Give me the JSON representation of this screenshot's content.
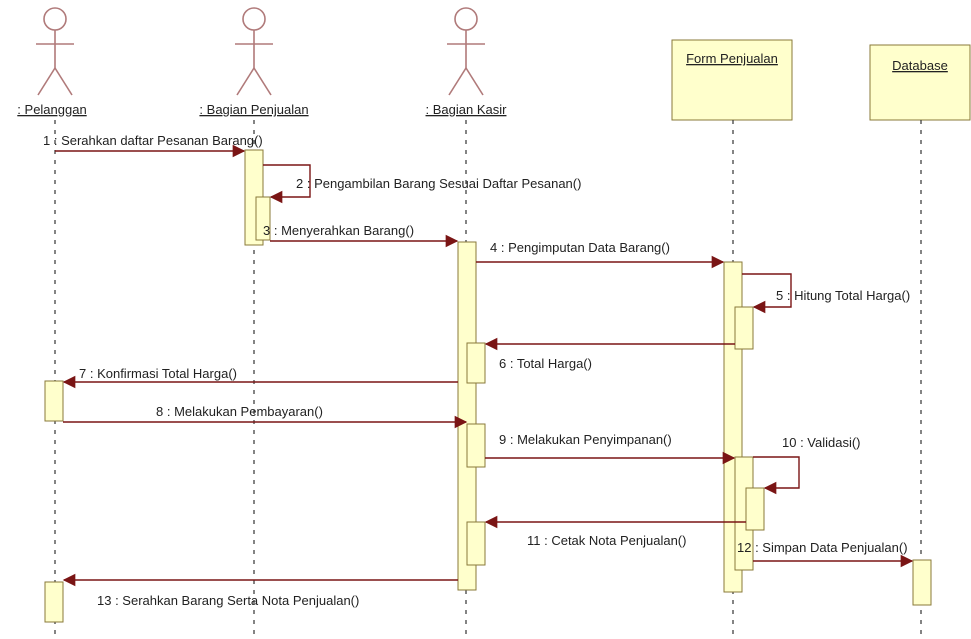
{
  "colors": {
    "message_arrow": "#7a1515",
    "activation_fill": "#ffffcc",
    "actor_stroke": "#b07a7a"
  },
  "participants": [
    {
      "kind": "actor",
      "label": ": Pelanggan"
    },
    {
      "kind": "actor",
      "label": ": Bagian Penjualan"
    },
    {
      "kind": "actor",
      "label": ": Bagian Kasir"
    },
    {
      "kind": "object",
      "label": "Form Penjualan"
    },
    {
      "kind": "object",
      "label": "Database"
    }
  ],
  "messages": [
    {
      "label": "1 : Serahkan daftar Pesanan Barang()",
      "from": 0,
      "to": 1
    },
    {
      "label": "2 : Pengambilan Barang Sesuai Daftar Pesanan()",
      "from": 1,
      "to": 1
    },
    {
      "label": "3 : Menyerahkan Barang()",
      "from": 1,
      "to": 2
    },
    {
      "label": "4 : Pengimputan Data Barang()",
      "from": 2,
      "to": 3
    },
    {
      "label": "5 : Hitung Total Harga()",
      "from": 3,
      "to": 3
    },
    {
      "label": "6 : Total Harga()",
      "from": 3,
      "to": 2
    },
    {
      "label": "7 : Konfirmasi Total Harga()",
      "from": 2,
      "to": 0
    },
    {
      "label": "8 : Melakukan Pembayaran()",
      "from": 0,
      "to": 2
    },
    {
      "label": "9 : Melakukan Penyimpanan()",
      "from": 2,
      "to": 3
    },
    {
      "label": "10 : Validasi()",
      "from": 3,
      "to": 3
    },
    {
      "label": "11 : Cetak Nota Penjualan()",
      "from": 3,
      "to": 2
    },
    {
      "label": "12 : Simpan Data Penjualan()",
      "from": 3,
      "to": 4
    },
    {
      "label": "13 : Serahkan Barang Serta Nota Penjualan()",
      "from": 2,
      "to": 0
    }
  ]
}
